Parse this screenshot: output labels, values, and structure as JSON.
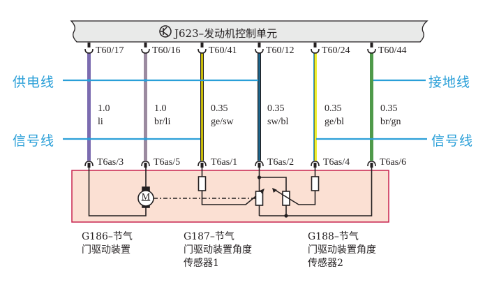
{
  "ecu": {
    "title": "J623–发动机控制单元",
    "icon": "transistor-icon",
    "fill": "#e9eae9"
  },
  "side_labels": {
    "power": "供电线",
    "signal_left": "信号线",
    "ground": "接地线",
    "signal_right": "信号线",
    "color": "#2a9fd8"
  },
  "wires": [
    {
      "top_pin": "T60/17",
      "bottom_pin": "T6as/3",
      "gauge": "1.0",
      "color_code": "li",
      "color": "#7b6bb0",
      "stripe": null
    },
    {
      "top_pin": "T60/16",
      "bottom_pin": "T6as/5",
      "gauge": "1.0",
      "color_code": "br/li",
      "color": "#9b8aa0",
      "stripe": null
    },
    {
      "top_pin": "T60/41",
      "bottom_pin": "T6as/1",
      "gauge": "0.35",
      "color_code": "ge/sw",
      "color": "#f5e600",
      "stripe": "#231f20"
    },
    {
      "top_pin": "T60/12",
      "bottom_pin": "T6as/2",
      "gauge": "0.35",
      "color_code": "sw/bl",
      "color": "#1d6f9a",
      "stripe": "#231f20"
    },
    {
      "top_pin": "T60/24",
      "bottom_pin": "T6as/4",
      "gauge": "0.35",
      "color_code": "ge/bl",
      "color": "#eef030",
      "stripe": "#2a9fd8"
    },
    {
      "top_pin": "T60/44",
      "bottom_pin": "T6as/6",
      "gauge": "0.35",
      "color_code": "br/gn",
      "color": "#4f9a4a",
      "stripe": null
    }
  ],
  "component_box": {
    "fill": "#fbe0d3",
    "border": "#c8234e"
  },
  "motor_symbol": "M",
  "components": [
    {
      "line1": "G186–节气",
      "line2": "门驱动装置",
      "line3": ""
    },
    {
      "line1": "G187–节气",
      "line2": "门驱动装置角度",
      "line3": "传感器1"
    },
    {
      "line1": "G188–节气",
      "line2": "门驱动装置角度",
      "line3": "传感器2"
    }
  ]
}
